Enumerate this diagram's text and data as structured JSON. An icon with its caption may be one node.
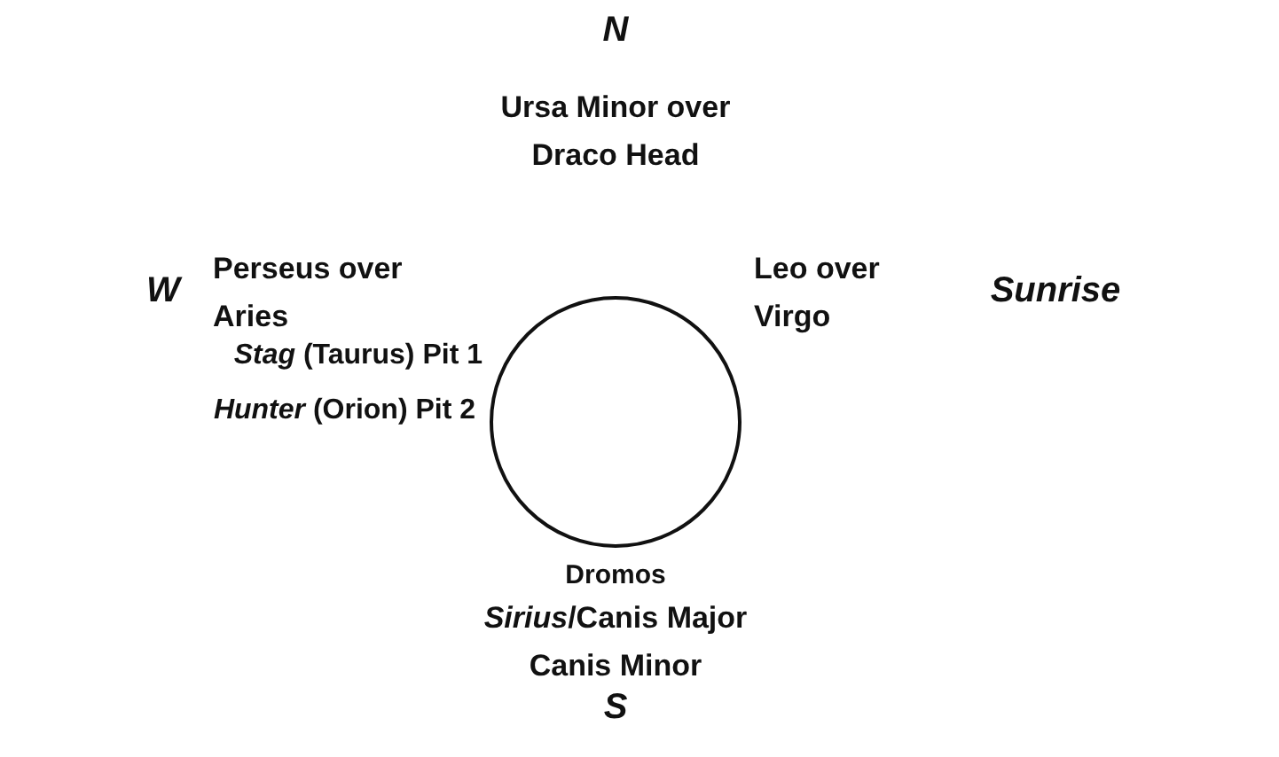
{
  "diagram": {
    "nodes": [
      {
        "text": [],
        "shape": "circle"
      }
    ],
    "labels": [
      "N",
      "Ursa Minor over Draco Head",
      "Perseus over Aries",
      "Leo over Virgo",
      "W",
      "Sunrise",
      "*Stag* (Taurus) Pit 1",
      "*Hunter* (Orion) Pit 2",
      "Dromos",
      "*Sirius*/Canis Major",
      "Canis Minor",
      "S"
    ]
  }
}
